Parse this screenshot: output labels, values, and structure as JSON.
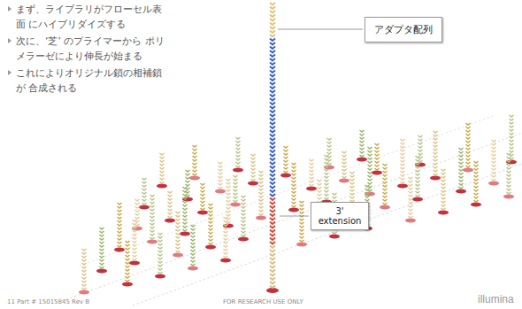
{
  "diagram": {
    "nodes": [
      {
        "text": [
          "アダプタ配列"
        ]
      },
      {
        "text": [
          "3' extension"
        ]
      }
    ],
    "labels": [
      "まず、ライブラリがフローセル表面 にハイブリダイズする",
      "次に、‘芝’ のプライマーから ポリメラーゼにより伸長が始まる",
      "これによりオリジナル鎖の相補鎖が 合成される",
      "11    Part # 15015845  Rev B",
      "FOR RESEARCH USE ONLY",
      "illumina"
    ]
  }
}
